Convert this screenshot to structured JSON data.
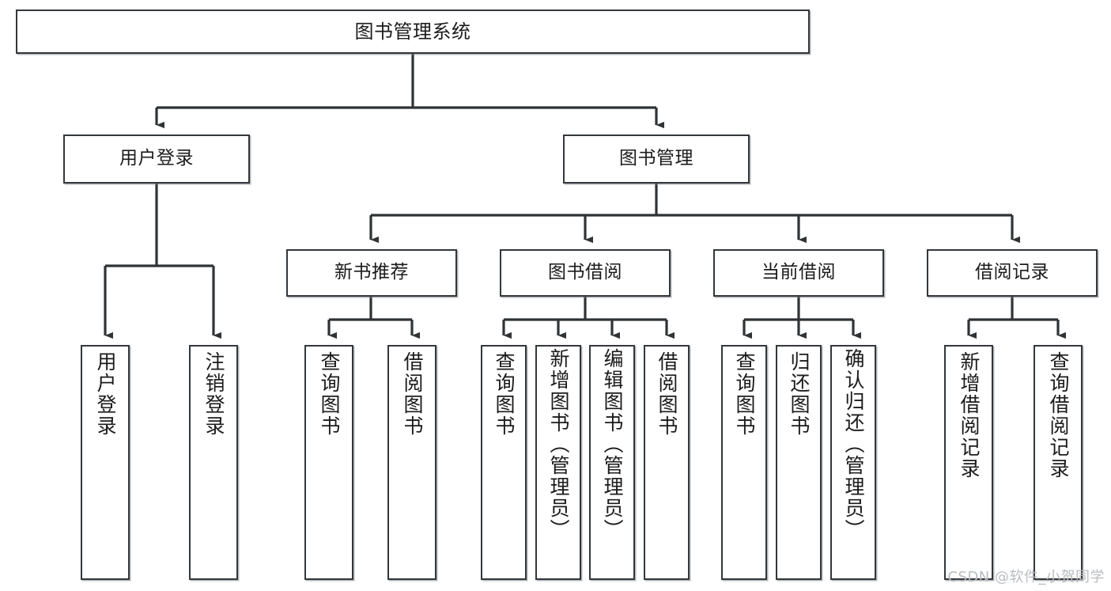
{
  "diagram": {
    "title": "图书管理系统",
    "type": "tree-hierarchy-chart",
    "watermark": "CSDN @软件_小贺同学",
    "colors": {
      "box_border": "#33373b",
      "box_fill": "#ffffff",
      "edge": "#2f3336",
      "text": "#1b1b1b",
      "watermark": "#b9bcc0"
    },
    "nodes": {
      "root": {
        "label": "图书管理系统"
      },
      "level2": [
        {
          "id": "user-login",
          "label": "用户登录"
        },
        {
          "id": "book-manage",
          "label": "图书管理"
        }
      ],
      "level3": [
        {
          "id": "new-book-rec",
          "label": "新书推荐"
        },
        {
          "id": "book-borrow",
          "label": "图书借阅"
        },
        {
          "id": "current-borrow",
          "label": "当前借阅"
        },
        {
          "id": "borrow-record",
          "label": "借阅记录"
        }
      ],
      "leaves": {
        "user-login": [
          {
            "id": "leaf-user-login",
            "label": "用户登录"
          },
          {
            "id": "leaf-logout",
            "label": "注销登录"
          }
        ],
        "new-book-rec": [
          {
            "id": "leaf-query-book-1",
            "label": "查询图书"
          },
          {
            "id": "leaf-borrow-book-1",
            "label": "借阅图书"
          }
        ],
        "book-borrow": [
          {
            "id": "leaf-query-book-2",
            "label": "查询图书"
          },
          {
            "id": "leaf-add-book",
            "label": "新增图书（管理员）"
          },
          {
            "id": "leaf-edit-book",
            "label": "编辑图书（管理员）"
          },
          {
            "id": "leaf-borrow-book-2",
            "label": "借阅图书"
          }
        ],
        "current-borrow": [
          {
            "id": "leaf-query-book-3",
            "label": "查询图书"
          },
          {
            "id": "leaf-return-book",
            "label": "归还图书"
          },
          {
            "id": "leaf-confirm-return",
            "label": "确认归还（管理员）"
          }
        ],
        "borrow-record": [
          {
            "id": "leaf-add-record",
            "label": "新增借阅记录"
          },
          {
            "id": "leaf-query-record",
            "label": "查询借阅记录"
          }
        ]
      }
    }
  }
}
